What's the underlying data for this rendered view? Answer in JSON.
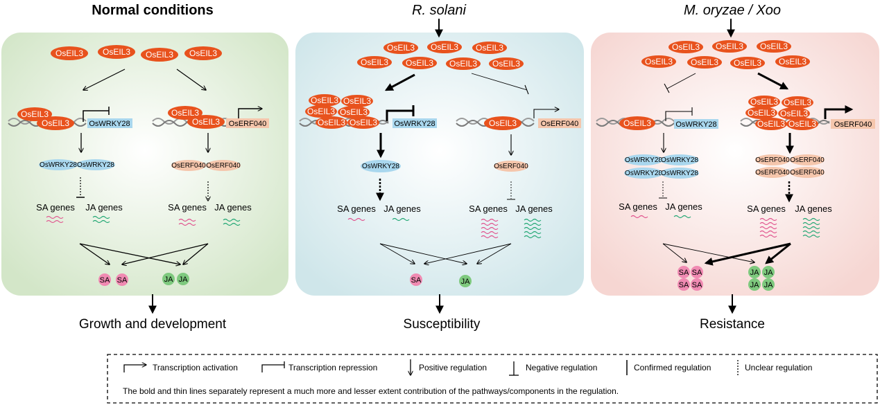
{
  "panels": [
    {
      "title": "Normal conditions",
      "outcome": "Growth and development"
    },
    {
      "title": "R. solani",
      "outcome": "Susceptibility"
    },
    {
      "title": "M. oryzae / Xoo",
      "outcome": "Resistance"
    }
  ],
  "labels": {
    "eil3": "OsEIL3",
    "wrky28": "OsWRKY28",
    "erf040": "OsERF040",
    "sa_genes": "SA genes",
    "ja_genes": "JA genes",
    "sa": "SA",
    "ja": "JA"
  },
  "legend": {
    "activation": "Transcription activation",
    "repression": "Transcription repression",
    "positive": "Positive regulation",
    "negative": "Negative regulation",
    "confirmed": "Confirmed regulation",
    "unclear": "Unclear regulation",
    "note": "The bold and thin lines separately represent  a much more and lesser extent contribution of the  pathways/components  in the regulation."
  },
  "colors": {
    "eil3": "#e8521d",
    "wrky28": "#a9d7ee",
    "erf040": "#f5c6ac",
    "sa_wave": "#e0508c",
    "ja_wave": "#1fa672",
    "sa_circle": "#f08ab2",
    "ja_circle": "#7ec97e",
    "panel1_bg": "#dcebd5",
    "panel2_bg": "#d6eaee",
    "panel3_bg": "#f8dcd9"
  }
}
